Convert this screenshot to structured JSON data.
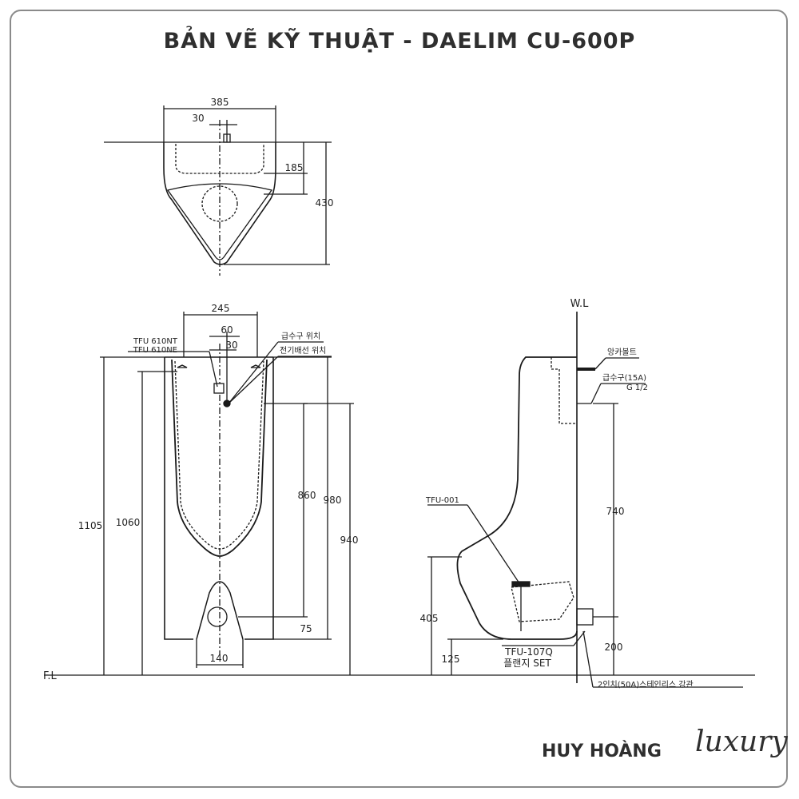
{
  "title": "BẢN VẼ KỸ THUẬT - DAELIM CU-600P",
  "brand": {
    "name": "HUY HOÀNG",
    "script": "luxury"
  },
  "top_view": {
    "width": "385",
    "pipe_offset": "30",
    "basin_depth": "185",
    "total_depth": "430"
  },
  "front_view": {
    "top_width": "245",
    "offset_60": "60",
    "offset_30": "30",
    "height_1105": "1105",
    "height_1060": "1060",
    "height_860": "860",
    "height_980": "980",
    "height_940": "940",
    "height_75": "75",
    "base_width": "140",
    "model_a": "TFU 610NT",
    "model_b": "TFU 610NE",
    "water_inlet_pos": "급수구 위치",
    "electric_pos": "전기배선 위치",
    "floor": "F.L"
  },
  "side_view": {
    "wall": "W.L",
    "anchor_bolt": "앙카볼트",
    "inlet": "급수구(15A)",
    "inlet_thread": "G 1/2",
    "part_tfu001": "TFU-001",
    "part_tfu107q": "TFU-107Q",
    "flange_set": "플랜지 SET",
    "pipe": "2인치(50A)스테인리스 강관",
    "height_740": "740",
    "height_405": "405",
    "height_125": "125",
    "height_200": "200"
  }
}
